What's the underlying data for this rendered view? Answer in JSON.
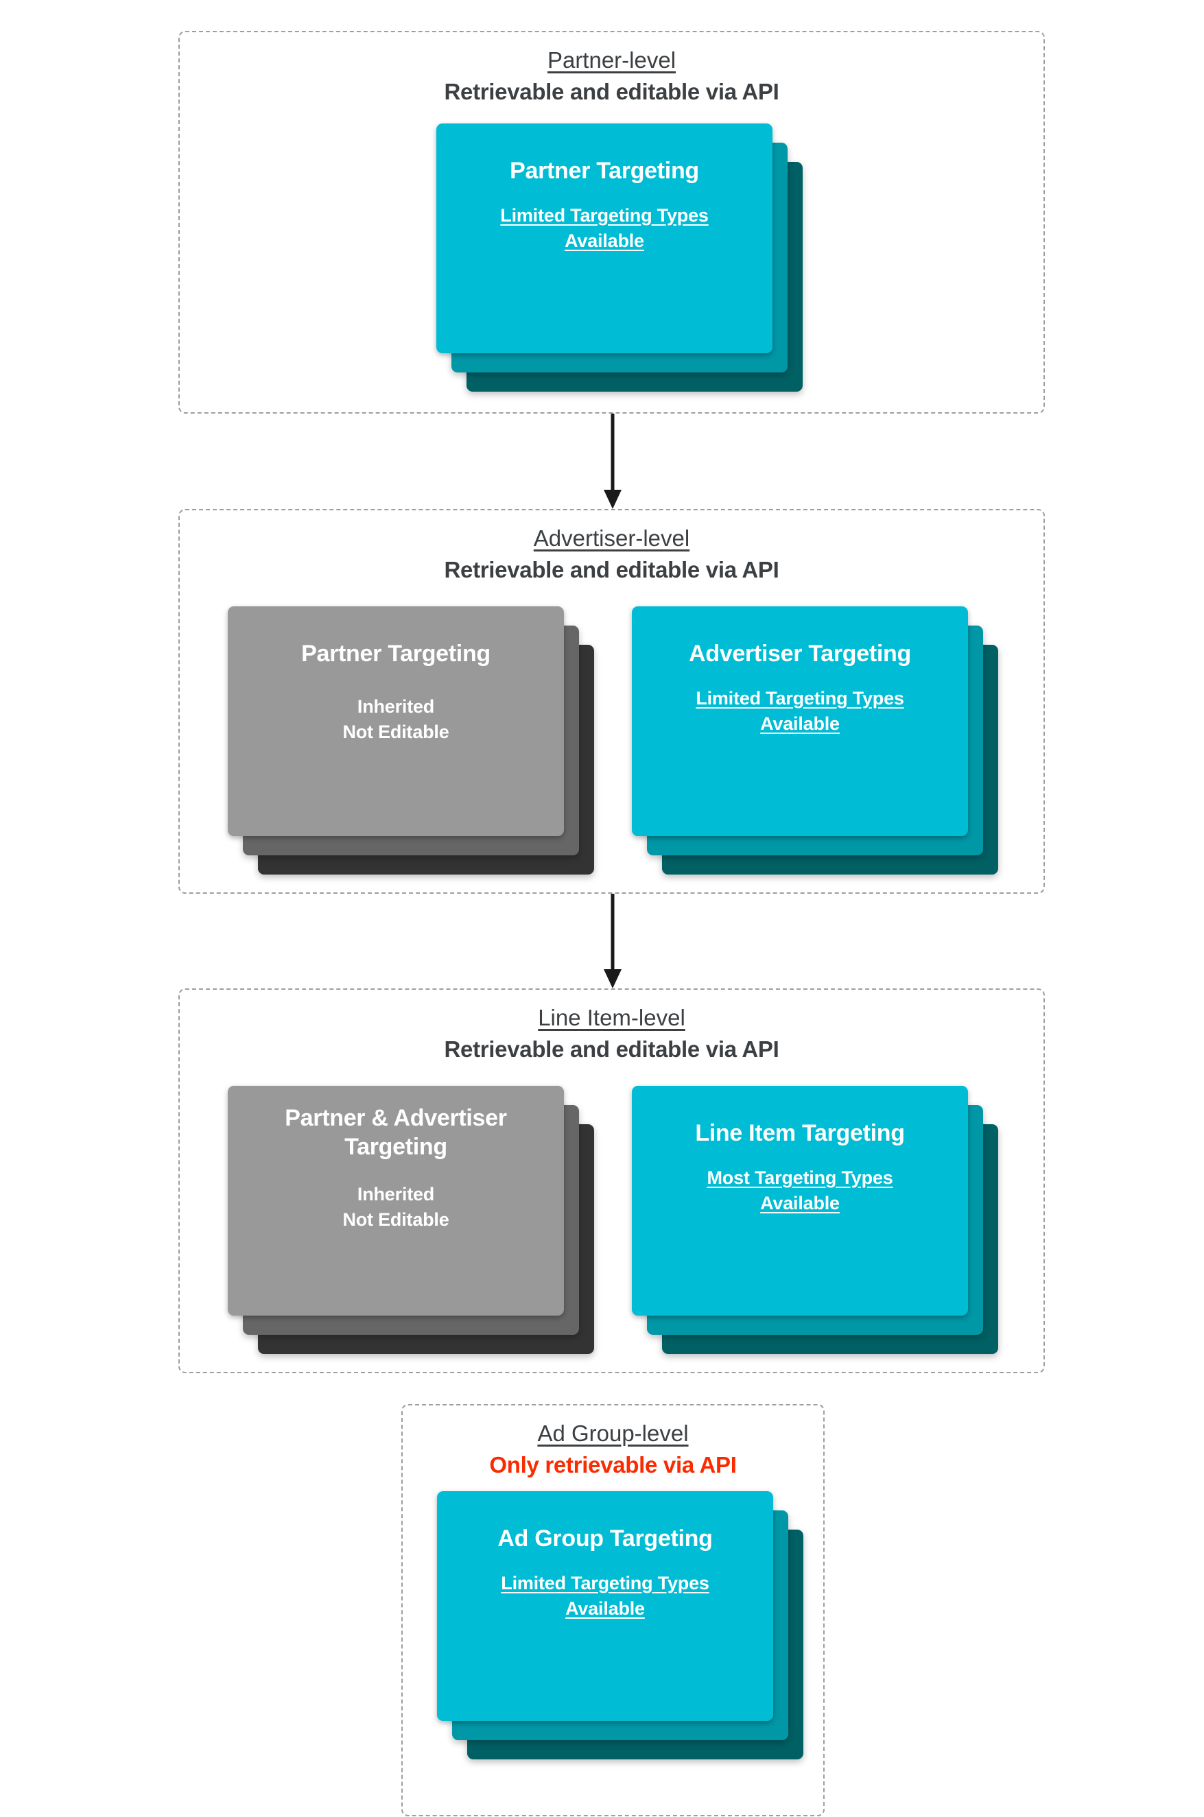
{
  "colors": {
    "canvas-bg": "#ffffff",
    "border-dash": "#9e9e9e",
    "text-dark": "#3c4043",
    "text-red": "#fa2b00",
    "card-text": "#ffffff",
    "cyan-front": "#00bcd4",
    "cyan-mid": "#0097a7",
    "cyan-back": "#006064",
    "gray-front": "#999999",
    "gray-mid": "#666666",
    "gray-back": "#333333",
    "arrow": "#1a1a1a"
  },
  "sections": [
    {
      "title": "Partner-level",
      "subtitle": "Retrievable and editable via API",
      "cards": [
        {
          "title_lines": [
            "Partner Targeting"
          ],
          "subtitle_lines": [
            "Limited Targeting Types",
            "Available"
          ]
        }
      ]
    },
    {
      "title": "Advertiser-level",
      "subtitle": "Retrievable and editable via API",
      "cards": [
        {
          "title_lines": [
            "Partner Targeting"
          ],
          "subtitle_lines": [
            "Inherited",
            "Not Editable"
          ]
        },
        {
          "title_lines": [
            "Advertiser Targeting"
          ],
          "subtitle_lines": [
            "Limited Targeting Types",
            "Available"
          ]
        }
      ]
    },
    {
      "title": "Line Item-level",
      "subtitle": "Retrievable and editable via API",
      "cards": [
        {
          "title_lines": [
            "Partner & Advertiser",
            "Targeting"
          ],
          "subtitle_lines": [
            "Inherited",
            "Not Editable"
          ]
        },
        {
          "title_lines": [
            "Line Item Targeting"
          ],
          "subtitle_lines": [
            "Most Targeting Types",
            "Available"
          ]
        }
      ]
    },
    {
      "title": "Ad Group-level",
      "subtitle": "Only retrievable via API",
      "cards": [
        {
          "title_lines": [
            "Ad Group Targeting"
          ],
          "subtitle_lines": [
            "Limited Targeting Types",
            "Available"
          ]
        }
      ]
    }
  ]
}
